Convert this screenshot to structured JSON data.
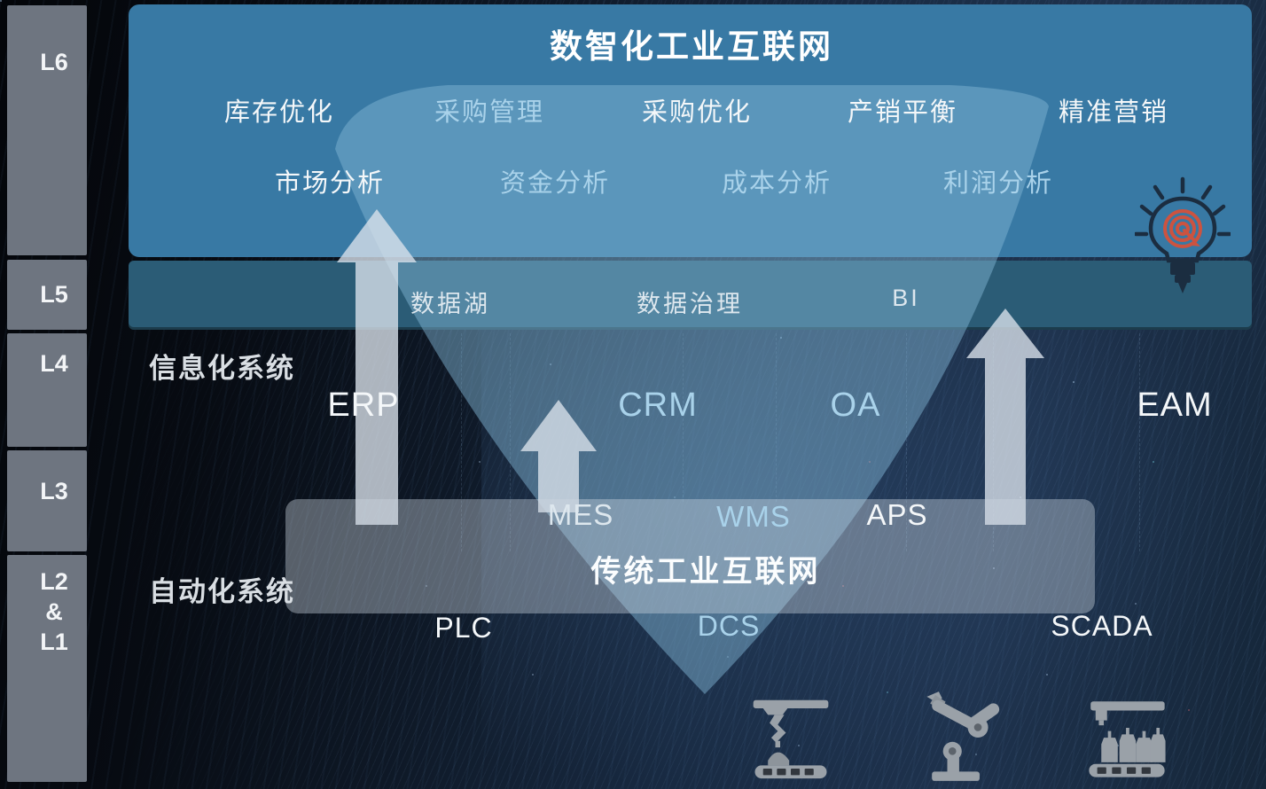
{
  "sidebar": {
    "layers": [
      {
        "id": "L6",
        "label": "L6"
      },
      {
        "id": "L5",
        "label": "L5"
      },
      {
        "id": "L4",
        "label": "L4"
      },
      {
        "id": "L3",
        "label": "L3"
      },
      {
        "id": "L2L1",
        "label": "L2\n&\nL1"
      }
    ]
  },
  "digital": {
    "title": "数智化工业互联网",
    "row1": [
      "库存优化",
      "采购管理",
      "采购优化",
      "产销平衡",
      "精准营销"
    ],
    "row2": [
      "市场分析",
      "资金分析",
      "成本分析",
      "利润分析"
    ]
  },
  "data_layer": {
    "items": [
      "数据湖",
      "数据治理",
      "BI"
    ]
  },
  "info": {
    "heading": "信息化系统",
    "systems": [
      "ERP",
      "CRM",
      "OA",
      "EAM"
    ]
  },
  "mes": {
    "items": [
      "MES",
      "WMS",
      "APS"
    ],
    "title": "传统工业互联网"
  },
  "auto": {
    "heading": "自动化系统",
    "systems": [
      "PLC",
      "DCS",
      "SCADA"
    ]
  },
  "icons": {
    "bulb": "idea-target-bulb-icon",
    "machines": [
      "pick-and-place-machine-icon",
      "robot-arm-icon",
      "bottling-line-icon"
    ]
  },
  "colors": {
    "l6_panel_blue": "#3879A4",
    "l5_bar_teal": "#2B5C76",
    "funnel_light_blue": "#82B6D6",
    "arrow_gray": "#D9E1E9",
    "sidebar_gray": "#6E7580",
    "mes_box_gray": "#CDD6E0",
    "bulb_spiral_red": "#CC5340",
    "machine_gray": "#9AA1A8",
    "accent_text_blue": "#A9D2EA"
  }
}
